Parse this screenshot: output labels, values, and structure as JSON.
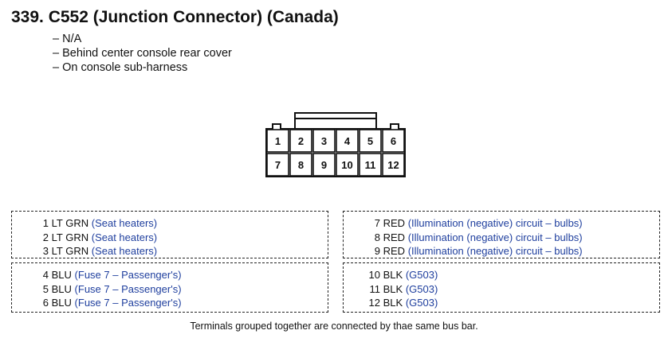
{
  "title": "339. C552 (Junction Connector) (Canada)",
  "meta": [
    "– N/A",
    "– Behind center console rear cover",
    "– On console sub-harness"
  ],
  "connector": {
    "top_row": [
      "1",
      "2",
      "3",
      "4",
      "5",
      "6"
    ],
    "bottom_row": [
      "7",
      "8",
      "9",
      "10",
      "11",
      "12"
    ]
  },
  "groups": [
    {
      "rows": [
        {
          "terminal": "1",
          "wire": "LT GRN",
          "circuit": "(Seat heaters)"
        },
        {
          "terminal": "2",
          "wire": "LT GRN",
          "circuit": "(Seat heaters)"
        },
        {
          "terminal": "3",
          "wire": "LT GRN",
          "circuit": "(Seat heaters)"
        }
      ]
    },
    {
      "rows": [
        {
          "terminal": "7",
          "wire": "RED",
          "circuit": "(Illumination (negative) circuit – bulbs)"
        },
        {
          "terminal": "8",
          "wire": "RED",
          "circuit": "(Illumination (negative) circuit – bulbs)"
        },
        {
          "terminal": "9",
          "wire": "RED",
          "circuit": "(Illumination (negative) circuit – bulbs)"
        }
      ]
    },
    {
      "rows": [
        {
          "terminal": "4",
          "wire": "BLU",
          "circuit": "(Fuse 7 – Passenger's)"
        },
        {
          "terminal": "5",
          "wire": "BLU",
          "circuit": "(Fuse 7 – Passenger's)"
        },
        {
          "terminal": "6",
          "wire": "BLU",
          "circuit": "(Fuse 7 – Passenger's)"
        }
      ]
    },
    {
      "rows": [
        {
          "terminal": "10",
          "wire": "BLK",
          "circuit": "(G503)"
        },
        {
          "terminal": "11",
          "wire": "BLK",
          "circuit": "(G503)"
        },
        {
          "terminal": "12",
          "wire": "BLK",
          "circuit": "(G503)"
        }
      ]
    }
  ],
  "footnote": "Terminals grouped together are connected by thae same bus bar.",
  "colors": {
    "circuit_text": "#1f3f9e",
    "text": "#111111"
  }
}
